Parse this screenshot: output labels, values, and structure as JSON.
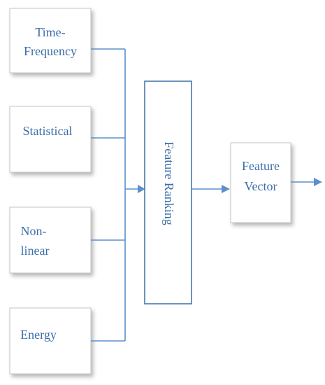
{
  "inputs": {
    "time_frequency": {
      "line1": "Time-",
      "line2": "Frequency"
    },
    "statistical": {
      "label": "Statistical"
    },
    "nonlinear": {
      "line1": "Non-",
      "line2": "linear"
    },
    "energy": {
      "label": "Energy"
    }
  },
  "ranking": {
    "label": "Feature Ranking"
  },
  "output": {
    "line1": "Feature",
    "line2": "Vector"
  },
  "colors": {
    "text": "#3b6ea8",
    "connector": "#5b8fcd",
    "ranking_border": "#3b6ea8",
    "input_border": "#c4c4c4"
  }
}
